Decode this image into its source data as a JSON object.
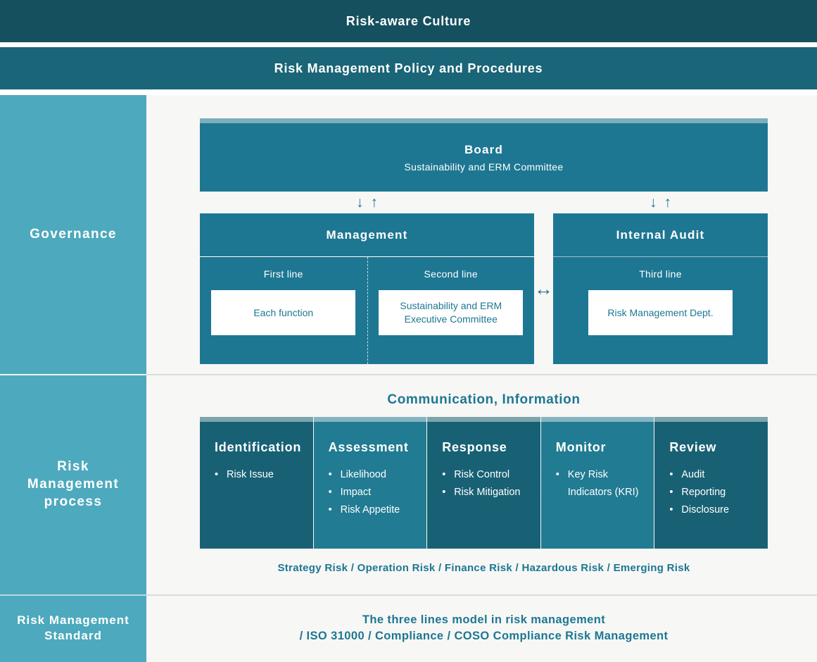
{
  "banners": {
    "culture": "Risk-aware Culture",
    "policy": "Risk Management Policy and Procedures"
  },
  "sidebar": {
    "sections": [
      {
        "label": "Governance"
      },
      {
        "label": "Risk Management process"
      },
      {
        "label": "Risk Management Standard"
      }
    ]
  },
  "governance": {
    "board": {
      "title": "Board",
      "subtitle": "Sustainability and ERM Committee"
    },
    "arrows": {
      "down": "↓",
      "up": "↑",
      "horizontal": "↔"
    },
    "management": {
      "title": "Management",
      "first_line_label": "First line",
      "first_line_box": "Each function",
      "second_line_label": "Second line",
      "second_line_box": "Sustainability and ERM Executive Committee"
    },
    "internal_audit": {
      "title": "Internal Audit",
      "line_label": "Third line",
      "box": "Risk Management Dept."
    }
  },
  "process": {
    "heading": "Communication, Information",
    "columns": [
      {
        "title": "Identification",
        "tone": "dark",
        "items": [
          "Risk Issue"
        ]
      },
      {
        "title": "Assessment",
        "tone": "light",
        "items": [
          "Likelihood",
          "Impact",
          "Risk Appetite"
        ]
      },
      {
        "title": "Response",
        "tone": "dark",
        "items": [
          "Risk Control",
          "Risk Mitigation"
        ]
      },
      {
        "title": "Monitor",
        "tone": "light",
        "items": [
          "Key Risk Indicators (KRI)"
        ]
      },
      {
        "title": "Review",
        "tone": "dark",
        "items": [
          "Audit",
          "Reporting",
          "Disclosure"
        ]
      }
    ],
    "risk_types": "Strategy Risk / Operation Risk / Finance Risk / Hazardous Risk / Emerging Risk"
  },
  "standard": {
    "line1": "The three lines model in risk management",
    "line2": "/ ISO 31000 / Compliance / COSO Compliance Risk Management"
  },
  "colors": {
    "banner_dark": "#15505f",
    "banner_teal": "#1a6577",
    "sidebar": "#4da9bd",
    "box_teal": "#1e7792",
    "column_dark": "#186174",
    "column_light": "#217b92",
    "strip_board": "#7caebc",
    "accent_text": "#1d7792",
    "main_bg": "#f7f7f6"
  }
}
